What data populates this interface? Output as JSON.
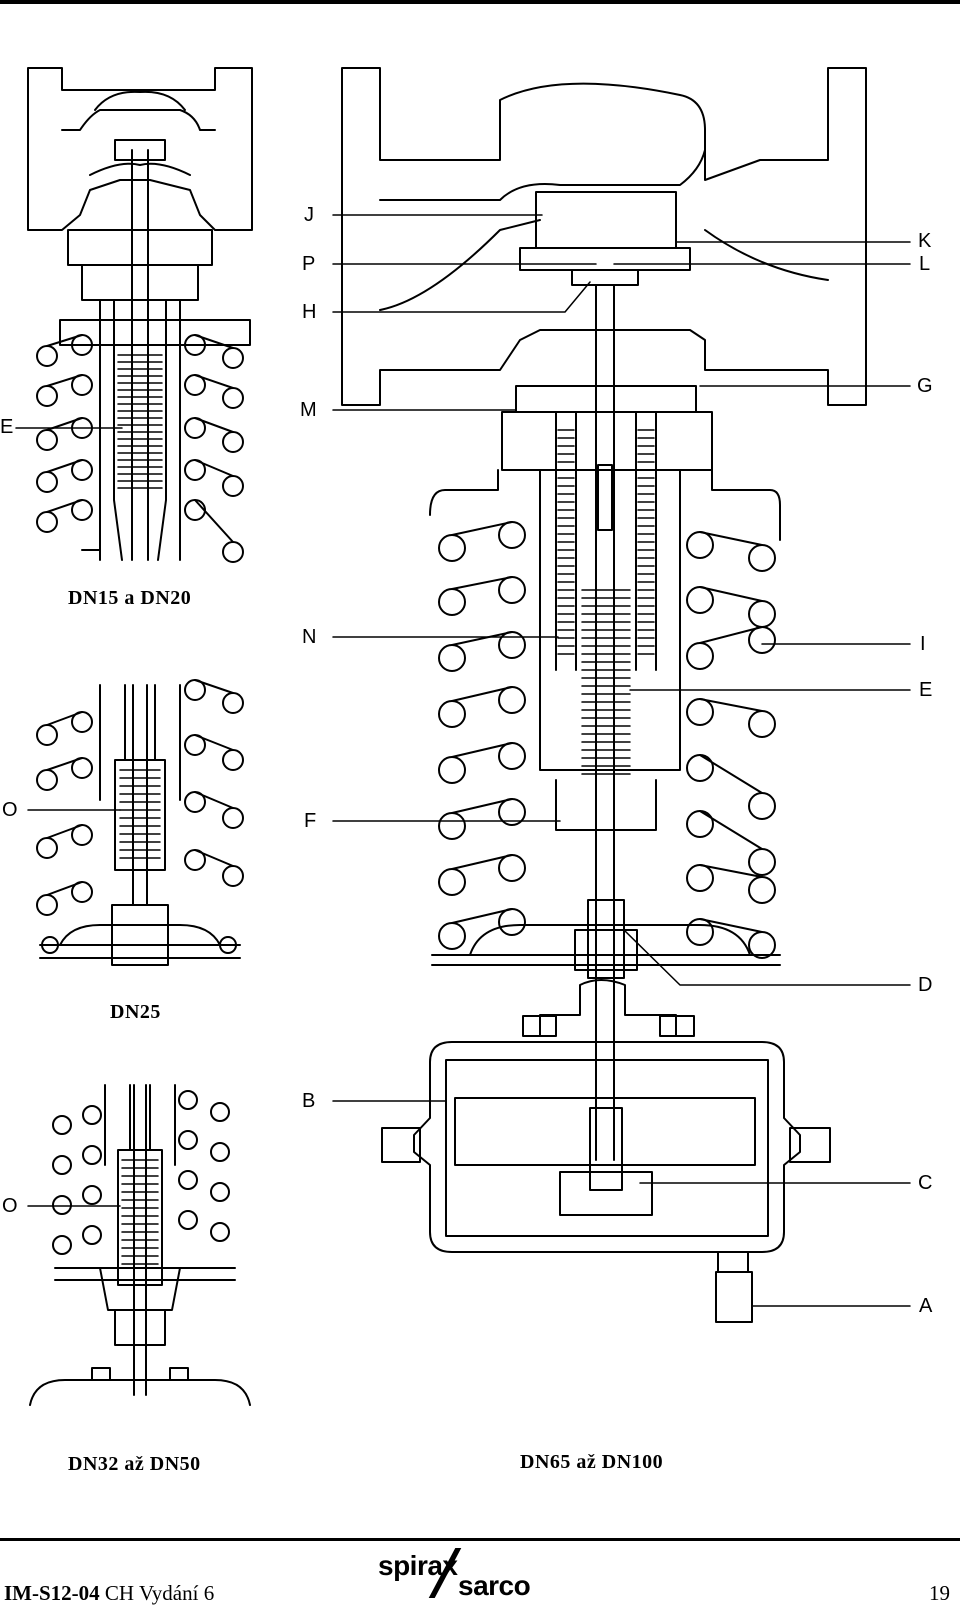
{
  "figure": {
    "captions": {
      "dn15_20": "DN15 a DN20",
      "dn25": "DN25",
      "dn32_50": "DN32 až DN50",
      "dn65_100": "DN65 až DN100"
    },
    "callouts": {
      "left": {
        "E": "E",
        "O1": "O",
        "O2": "O"
      },
      "center": {
        "J": "J",
        "P": "P",
        "H": "H",
        "M": "M",
        "N": "N",
        "F": "F",
        "B": "B"
      },
      "right": {
        "K": "K",
        "L": "L",
        "G": "G",
        "I": "I",
        "E": "E",
        "D": "D",
        "C": "C",
        "A": "A"
      }
    }
  },
  "footer": {
    "doc_code": "IM-S12-04",
    "doc_rest": "CH Vydání 6",
    "page_number": "19",
    "logo_part1": "spirax",
    "logo_part2": "sarco"
  }
}
